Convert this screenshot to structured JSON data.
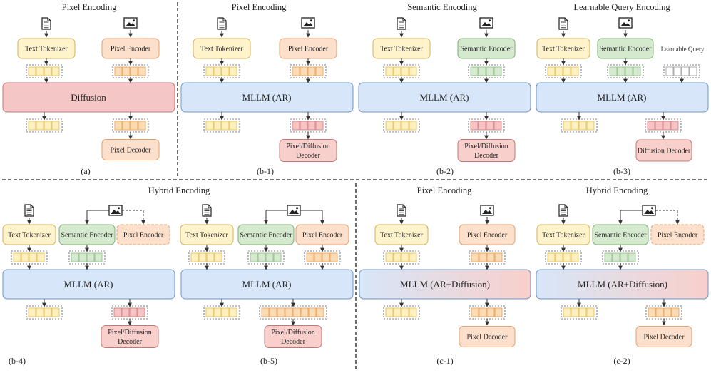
{
  "colors": {
    "text_box": "#FFF3CB",
    "text_box_stroke": "#D2B25C",
    "pixel_box": "#FDE0CC",
    "pixel_box_stroke": "#E0A070",
    "semantic_box": "#D4E9CE",
    "semantic_box_stroke": "#7FAF72",
    "diffusion_box": "#F5C6C6",
    "diffusion_box_stroke": "#C07878",
    "mllm_box": "#D7E6F8",
    "mllm_box_stroke": "#6F95C4",
    "pink_box": "#F8CFCB",
    "token_yellow": "#FFF0C0",
    "token_yellow_stroke": "#E2BC50",
    "token_orange": "#FCDCB4",
    "token_orange_stroke": "#E99A4A",
    "token_green": "#D6EAD0",
    "token_green_stroke": "#8DBB82",
    "token_pink": "#F6C4C4",
    "token_pink_stroke": "#D07878",
    "token_gray": "#FFFFFF",
    "token_gray_stroke": "#9A9A9A"
  },
  "icons": [
    "document-icon",
    "image-icon"
  ],
  "labels": {
    "text_tokenizer": "Text Tokenizer",
    "pixel_encoder": "Pixel Encoder",
    "semantic_encoder": "Semantic Encoder",
    "pixel_decoder": "Pixel Decoder",
    "pixel_diffusion_decoder_1": "Pixel/Diffusion",
    "pixel_diffusion_decoder_2": "Decoder",
    "diffusion_decoder": "Diffusion Decoder",
    "learnable_query": "Learnable Query",
    "diffusion": "Diffusion",
    "mllm_ar": "MLLM (AR)",
    "mllm_ar_diffusion": "MLLM (AR+Diffusion)"
  },
  "panels": [
    {
      "id": "a",
      "title": "Pixel Encoding",
      "caption": "(a)"
    },
    {
      "id": "b-1",
      "title": "Pixel Encoding",
      "caption": "(b-1)"
    },
    {
      "id": "b-2",
      "title": "Semantic Encoding",
      "caption": "(b-2)"
    },
    {
      "id": "b-3",
      "title": "Learnable Query Encoding",
      "caption": "(b-3)"
    },
    {
      "id": "b-4-5",
      "title": "Hybrid Encoding",
      "caption_left": "(b-4)",
      "caption_right": "(b-5)"
    },
    {
      "id": "c-1",
      "title": "Pixel Encoding",
      "caption": "(c-1)"
    },
    {
      "id": "c-2",
      "title": "Hybrid Encoding",
      "caption": "(c-2)"
    }
  ]
}
